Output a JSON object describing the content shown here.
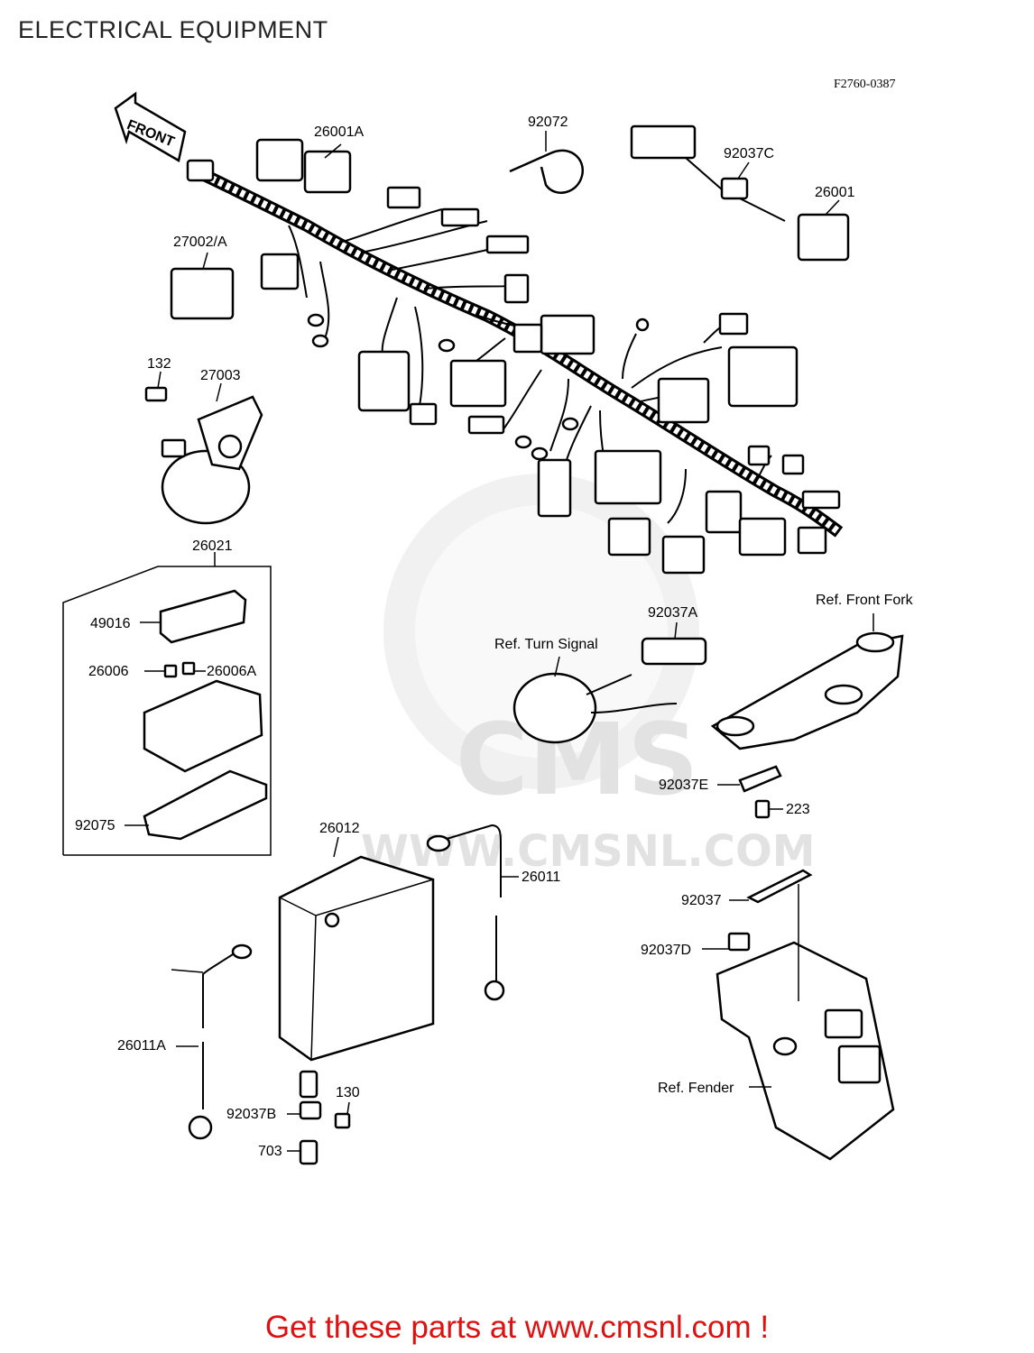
{
  "page_title": "ELECTRICAL EQUIPMENT",
  "drawing_code": "F2760-0387",
  "front_arrow_label": "FRONT",
  "watermark": {
    "logo_text": "CMS",
    "url_text": "WWW.CMSNL.COM"
  },
  "callouts": {
    "p26001A": "26001A",
    "p92072": "92072",
    "p92037C": "92037C",
    "p26001": "26001",
    "p27002A": "27002/A",
    "p132": "132",
    "p27003": "27003",
    "p26021": "26021",
    "p49016": "49016",
    "p26006": "26006",
    "p26006A": "26006A",
    "p92075": "92075",
    "p92037A": "92037A",
    "ref_front_fork": "Ref. Front Fork",
    "ref_turn_signal": "Ref. Turn Signal",
    "p92037E": "92037E",
    "p223": "223",
    "p26012": "26012",
    "p26011": "26011",
    "p92037": "92037",
    "p92037D": "92037D",
    "p26011A": "26011A",
    "p130": "130",
    "p92037B": "92037B",
    "p703": "703",
    "ref_fender": "Ref. Fender"
  },
  "footer_text": "Get these parts at www.cmsnl.com !"
}
